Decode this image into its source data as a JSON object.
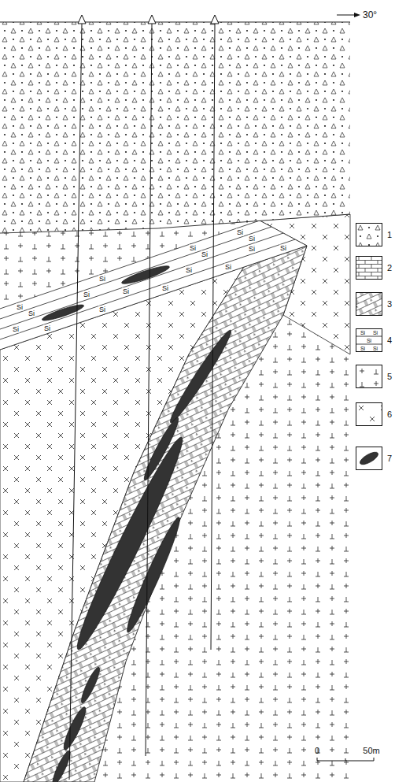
{
  "diagram": {
    "labels": [
      "30°",
      "Si",
      "Si",
      "Si",
      "Si",
      "Si",
      "Si",
      "Si",
      "Si",
      "Si",
      "Si",
      "Si",
      "Si",
      "Si",
      "Si",
      "Si",
      "Si",
      "Si",
      "Si",
      "Si",
      "Si",
      "Si",
      "Si",
      "0",
      "50m"
    ],
    "legend": [
      {
        "text": "1"
      },
      {
        "text": "2"
      },
      {
        "text": "3"
      },
      {
        "text": "4"
      },
      {
        "text": "5"
      },
      {
        "text": "6"
      },
      {
        "text": "7"
      }
    ]
  }
}
